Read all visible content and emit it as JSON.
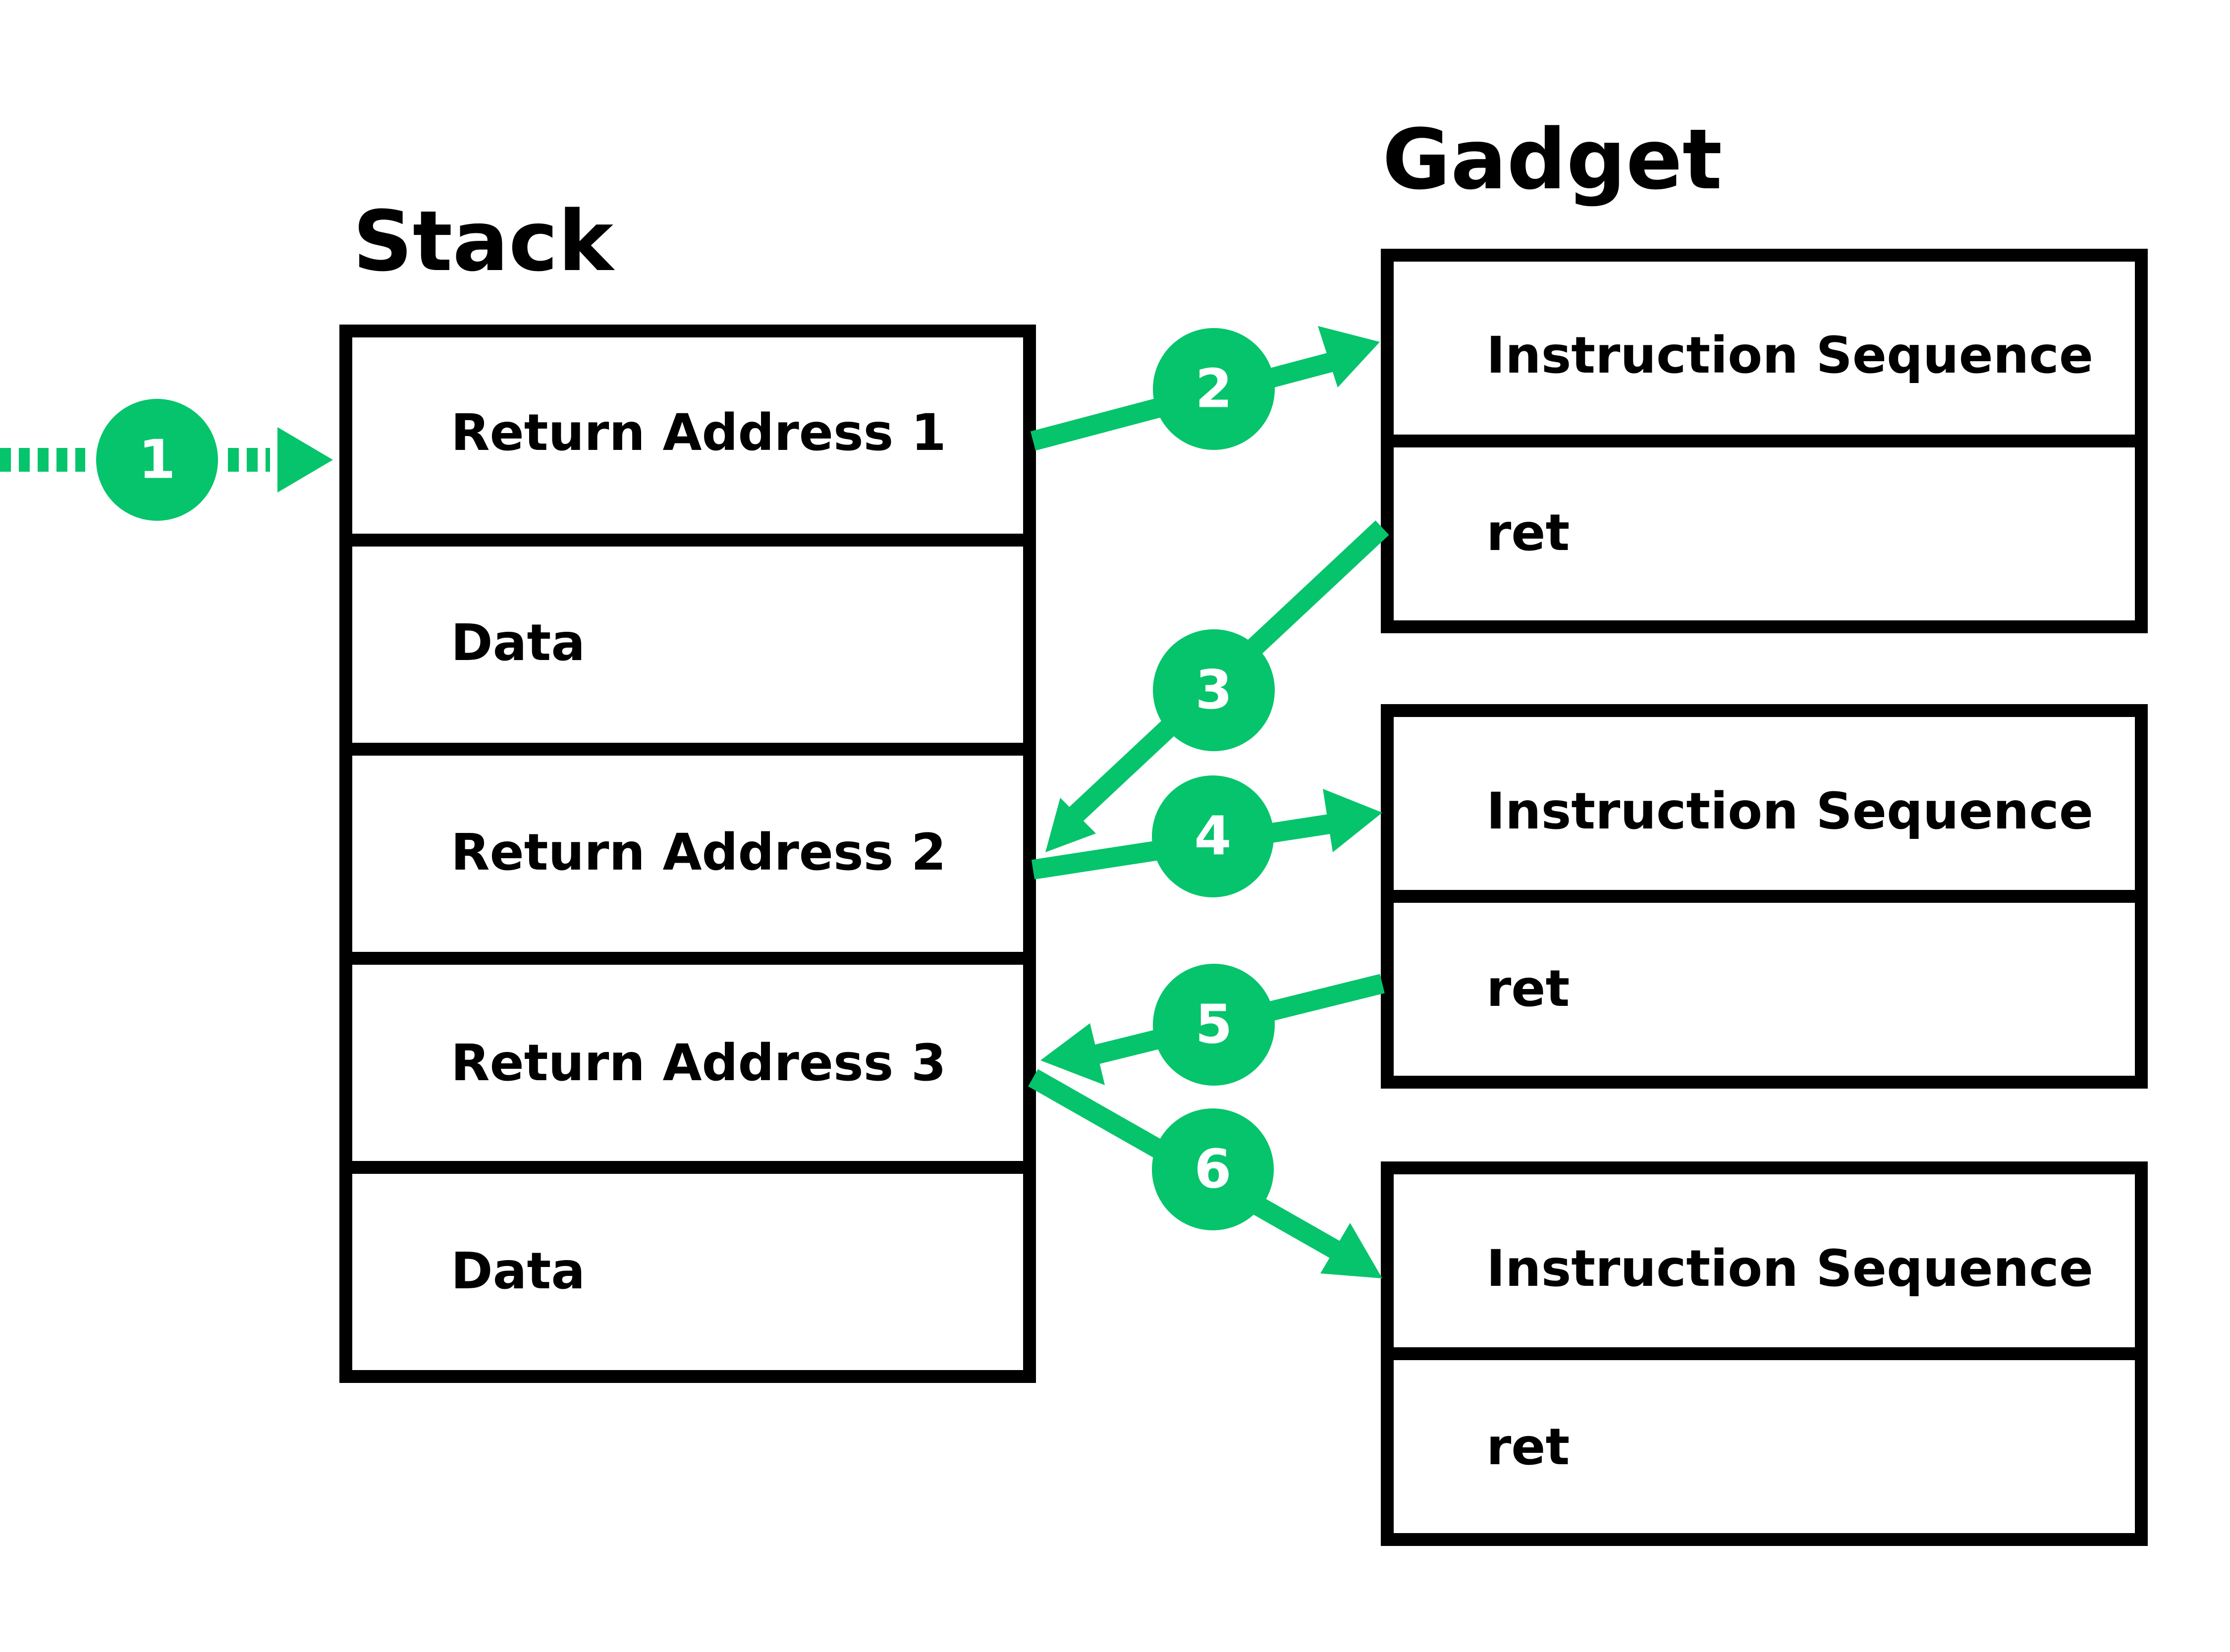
{
  "stack": {
    "title": "Stack",
    "cells": [
      {
        "label": "Return Address 1"
      },
      {
        "label": "Data"
      },
      {
        "label": "Return Address 2"
      },
      {
        "label": "Return Address 3"
      },
      {
        "label": "Data"
      }
    ]
  },
  "gadget": {
    "title": "Gadget",
    "gadgets": [
      {
        "cells": [
          {
            "label": "Instruction Sequence"
          },
          {
            "label": "ret"
          }
        ]
      },
      {
        "cells": [
          {
            "label": "Instruction Sequence"
          },
          {
            "label": "ret"
          }
        ]
      },
      {
        "cells": [
          {
            "label": "Instruction Sequence"
          },
          {
            "label": "ret"
          }
        ]
      }
    ]
  },
  "steps": [
    {
      "number": "1"
    },
    {
      "number": "2"
    },
    {
      "number": "3"
    },
    {
      "number": "4"
    },
    {
      "number": "5"
    },
    {
      "number": "6"
    }
  ],
  "colors": {
    "accent": "#05c46b",
    "border": "#000000",
    "background": "#ffffff"
  }
}
